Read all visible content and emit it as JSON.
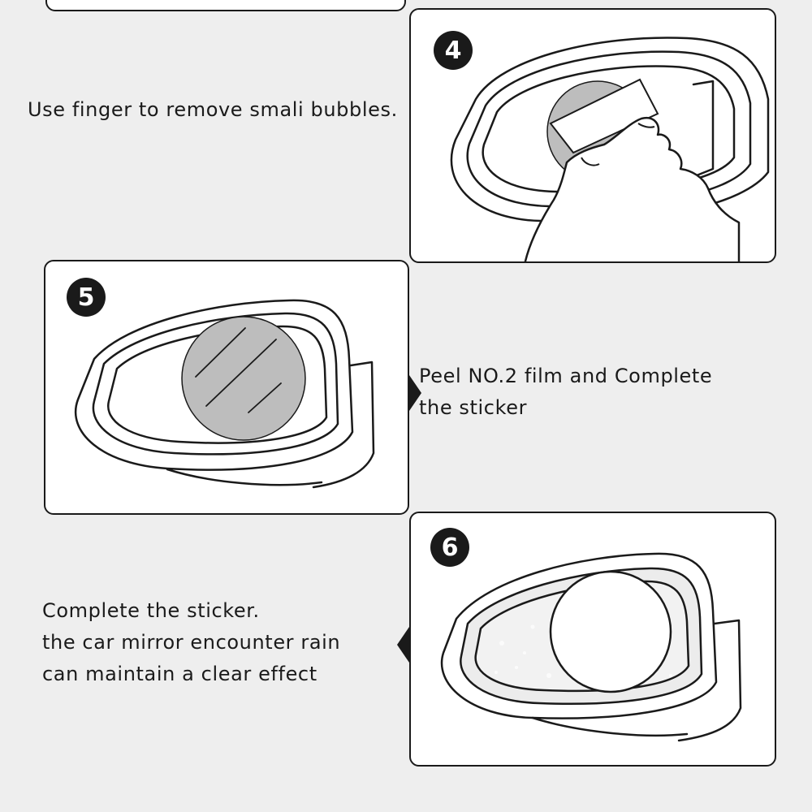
{
  "steps": [
    {
      "number": "4",
      "caption": [
        "Use finger to remove smali bubbles."
      ]
    },
    {
      "number": "5",
      "caption": [
        "Peel NO.2 film and Complete",
        "the sticker"
      ]
    },
    {
      "number": "6",
      "caption": [
        "Complete the sticker.",
        "the car mirror encounter rain",
        "can maintain a clear effect"
      ]
    }
  ],
  "colors": {
    "line": "#1a1a1a",
    "background": "#eeeeee",
    "film": "#bdbdbd"
  }
}
